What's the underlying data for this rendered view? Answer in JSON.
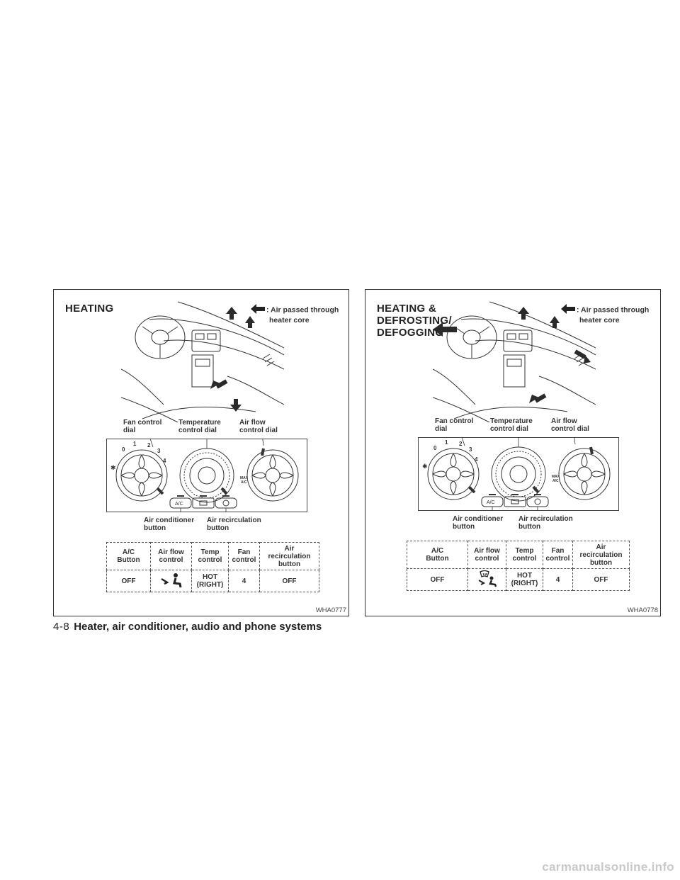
{
  "panels": [
    {
      "title_lines": [
        "HEATING",
        "",
        ""
      ],
      "legend": {
        "line1": ": Air passed through",
        "line2": "heater core"
      },
      "callouts": {
        "fan": [
          "Fan control",
          "dial"
        ],
        "temp": [
          "Temperature",
          "control dial"
        ],
        "airflow": [
          "Air flow",
          "control dial"
        ],
        "ac": [
          "Air conditioner",
          "button"
        ],
        "recirc": [
          "Air recirculation",
          "button"
        ]
      },
      "dial": {
        "fan_numbers": [
          "0",
          "1",
          "2",
          "3",
          "4"
        ],
        "max_ac": [
          "MAX",
          "A/C"
        ],
        "ac_label": "A/C"
      },
      "table": {
        "headers": [
          [
            "A/C",
            "Button"
          ],
          [
            "Air flow",
            "control"
          ],
          [
            "Temp",
            "control"
          ],
          [
            "Fan",
            "control"
          ],
          [
            "Air",
            "recirculation",
            "button"
          ]
        ],
        "row": {
          "ac": "OFF",
          "airflow_icon": "floor-vent-icon",
          "temp": [
            "HOT",
            "(RIGHT)"
          ],
          "fan": "4",
          "recirc": "OFF"
        }
      },
      "figure_code": "WHA0777"
    },
    {
      "title_lines": [
        "HEATING &",
        "DEFROSTING/",
        "DEFOGGING"
      ],
      "legend": {
        "line1": ": Air passed through",
        "line2": "heater core"
      },
      "callouts": {
        "fan": [
          "Fan control",
          "dial"
        ],
        "temp": [
          "Temperature",
          "control dial"
        ],
        "airflow": [
          "Air flow",
          "control dial"
        ],
        "ac": [
          "Air conditioner",
          "button"
        ],
        "recirc": [
          "Air recirculation",
          "button"
        ]
      },
      "dial": {
        "fan_numbers": [
          "0",
          "1",
          "2",
          "3",
          "4"
        ],
        "max_ac": [
          "MAX",
          "A/C"
        ],
        "ac_label": "A/C"
      },
      "table": {
        "headers": [
          [
            "A/C",
            "Button"
          ],
          [
            "Air flow",
            "control"
          ],
          [
            "Temp",
            "control"
          ],
          [
            "Fan",
            "control"
          ],
          [
            "Air",
            "recirculation",
            "button"
          ]
        ],
        "row": {
          "ac": "OFF",
          "airflow_icon": "defrost-floor-icon",
          "temp": [
            "HOT",
            "(RIGHT)"
          ],
          "fan": "4",
          "recirc": "OFF"
        }
      },
      "figure_code": "WHA0778"
    }
  ],
  "footer": {
    "page": "4-8",
    "section": "Heater, air conditioner, audio and phone systems"
  },
  "watermark": "carmanualsonline.info",
  "colors": {
    "ink": "#222222",
    "arrow": "#2a2a2a",
    "watermark": "#c9c9c9"
  }
}
